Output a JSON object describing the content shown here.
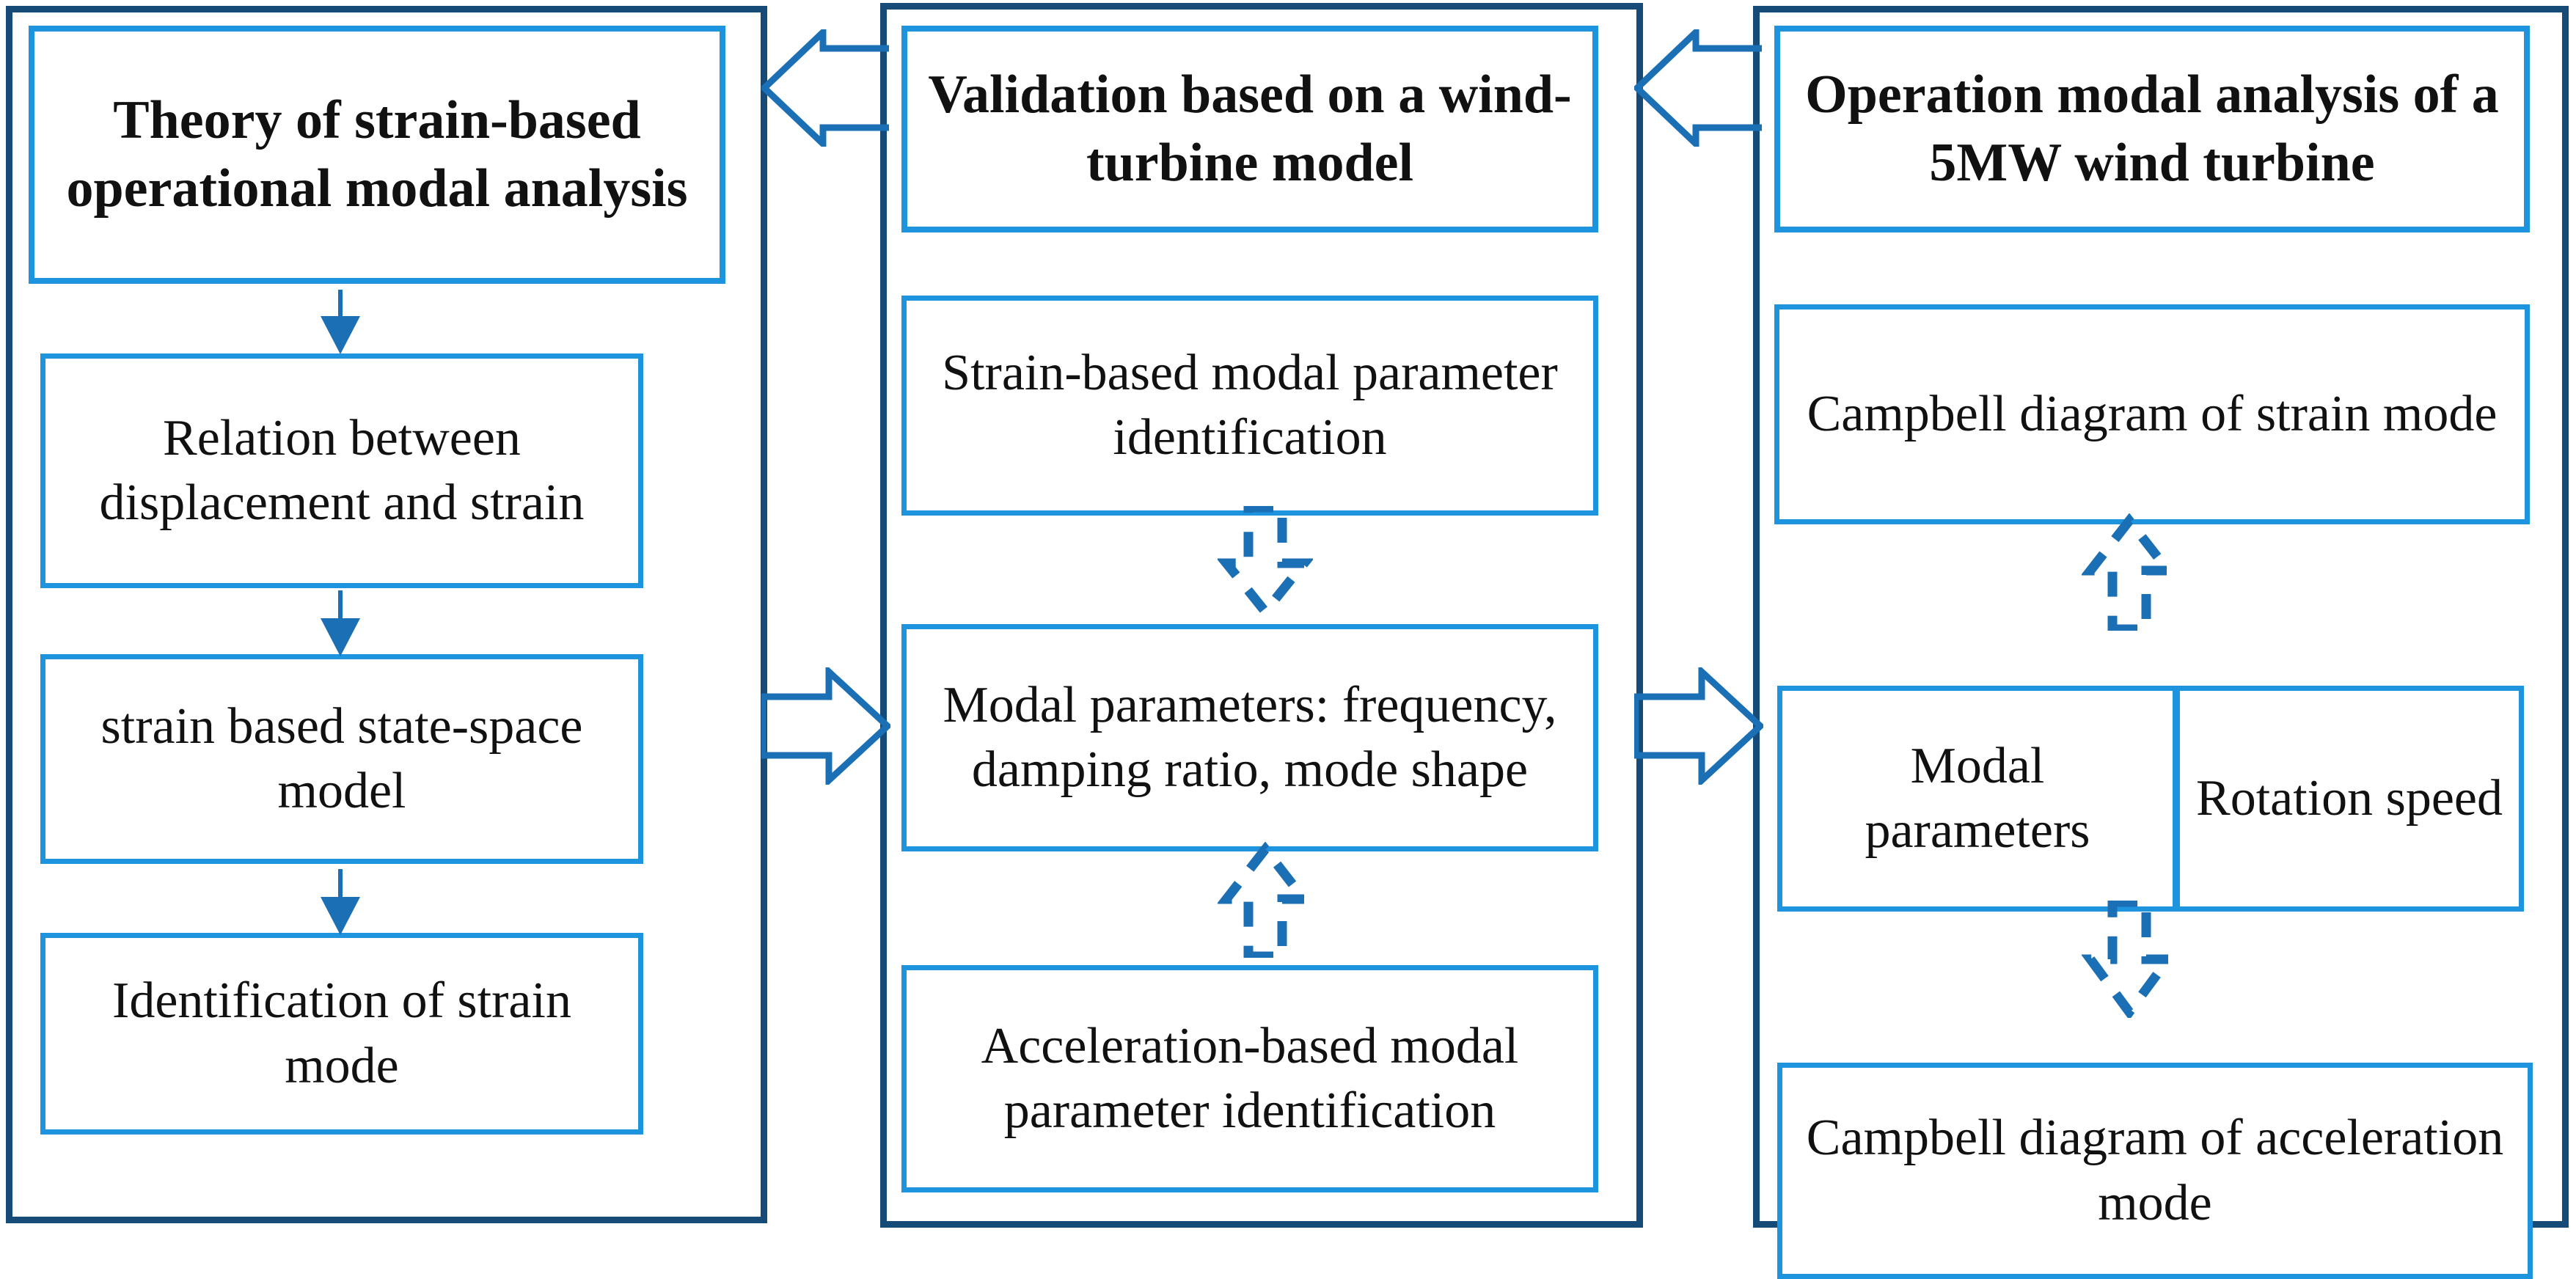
{
  "diagram": {
    "title": "Strain-based operational modal analysis workflow",
    "colors": {
      "panel_border": "#164A77",
      "box_border": "#1E93DE",
      "arrow": "#1B6FB5",
      "text": "#111111",
      "background": "#FFFFFF"
    }
  },
  "columns": [
    {
      "id": "theory",
      "header": "Theory of strain-based operational modal analysis",
      "boxes": [
        {
          "id": "relation",
          "label": "Relation between displacement and strain"
        },
        {
          "id": "state-space",
          "label": "strain based state-space model"
        },
        {
          "id": "identification",
          "label": "Identification of strain mode"
        }
      ]
    },
    {
      "id": "validation",
      "header": "Validation based on a wind-turbine model",
      "boxes": [
        {
          "id": "strain-modal",
          "label": "Strain-based modal parameter identification"
        },
        {
          "id": "modal-parameters",
          "label": "Modal parameters: frequency, damping ratio, mode shape"
        },
        {
          "id": "acceleration-modal",
          "label": "Acceleration-based modal parameter identification"
        }
      ]
    },
    {
      "id": "operation",
      "header": "Operation modal analysis of a 5MW wind turbine",
      "boxes": [
        {
          "id": "campbell-strain",
          "label": "Campbell diagram of strain mode"
        },
        {
          "id": "modal-parameters",
          "label": "Modal parameters"
        },
        {
          "id": "rotation-speed",
          "label": "Rotation speed"
        },
        {
          "id": "campbell-acceleration",
          "label": "Campbell diagram of acceleration mode"
        }
      ]
    }
  ],
  "connectors": [
    {
      "id": "theory-title-to-relation",
      "style": "solid",
      "direction": "down"
    },
    {
      "id": "relation-to-state-space",
      "style": "solid",
      "direction": "down"
    },
    {
      "id": "state-space-to-identification",
      "style": "solid",
      "direction": "down"
    },
    {
      "id": "strain-modal-to-modal-parameters",
      "style": "dashed",
      "direction": "down"
    },
    {
      "id": "acceleration-modal-to-modal-parameters",
      "style": "dashed",
      "direction": "up"
    },
    {
      "id": "modal-parameters-to-campbell-strain",
      "style": "dashed",
      "direction": "up"
    },
    {
      "id": "modal-parameters-to-campbell-acceleration",
      "style": "dashed",
      "direction": "down"
    },
    {
      "id": "validation-to-theory",
      "style": "block",
      "direction": "left"
    },
    {
      "id": "operation-to-validation",
      "style": "block",
      "direction": "left"
    },
    {
      "id": "theory-to-validation",
      "style": "block",
      "direction": "right"
    },
    {
      "id": "validation-to-operation",
      "style": "block",
      "direction": "right"
    }
  ]
}
